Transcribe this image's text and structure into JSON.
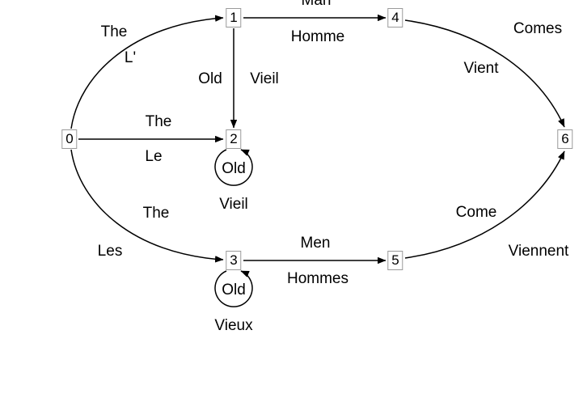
{
  "diagram": {
    "nodes": [
      {
        "id": "0"
      },
      {
        "id": "1"
      },
      {
        "id": "2"
      },
      {
        "id": "3"
      },
      {
        "id": "4"
      },
      {
        "id": "5"
      },
      {
        "id": "6"
      }
    ],
    "edges": [
      {
        "from": "0",
        "to": "1",
        "en": "The",
        "fr": "L'"
      },
      {
        "from": "0",
        "to": "2",
        "en": "The",
        "fr": "Le"
      },
      {
        "from": "0",
        "to": "3",
        "en": "The",
        "fr": "Les"
      },
      {
        "from": "1",
        "to": "2",
        "en": "Old",
        "fr": "Vieil"
      },
      {
        "from": "1",
        "to": "4",
        "en": "Man",
        "fr": "Homme"
      },
      {
        "from": "2",
        "to": "2",
        "en": "Old",
        "fr": "Vieil"
      },
      {
        "from": "3",
        "to": "3",
        "en": "Old",
        "fr": "Vieux"
      },
      {
        "from": "3",
        "to": "5",
        "en": "Men",
        "fr": "Hommes"
      },
      {
        "from": "4",
        "to": "6",
        "en": "Comes",
        "fr": "Vient"
      },
      {
        "from": "5",
        "to": "6",
        "en": "Come",
        "fr": "Viennent"
      }
    ],
    "colors": {
      "line": "#000000",
      "text": "#000000",
      "node_border": "#9a9a9a",
      "background": "#ffffff"
    }
  }
}
